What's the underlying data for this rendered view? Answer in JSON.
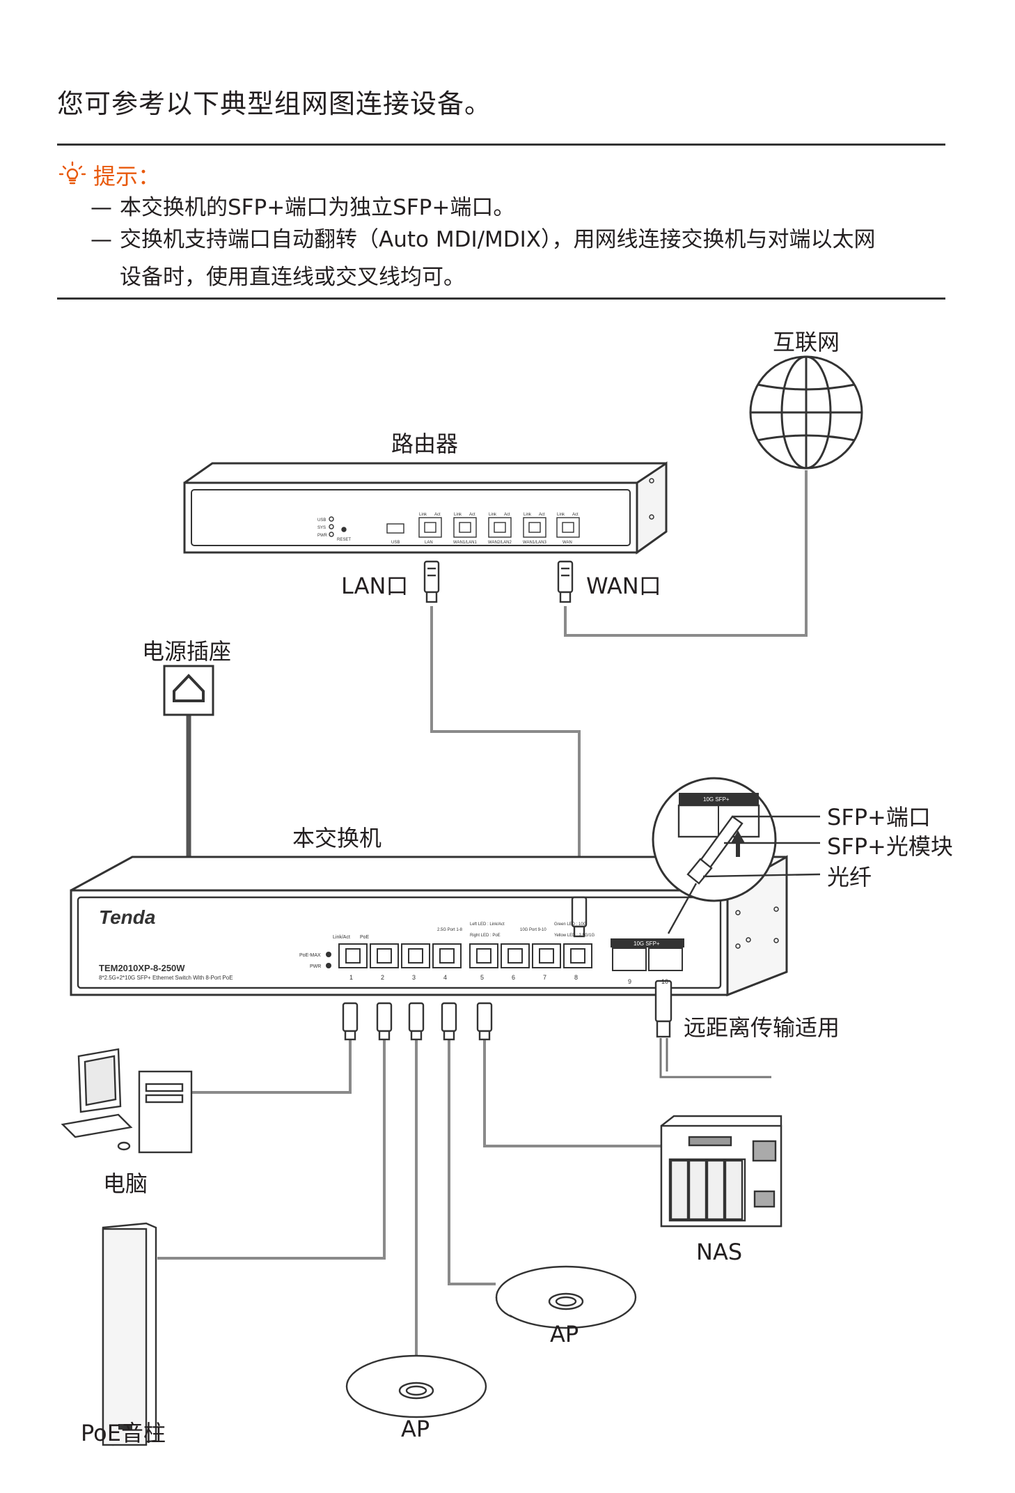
{
  "intro": "您可参考以下典型组网图连接设备。",
  "tip": {
    "title": "提示：",
    "items": [
      "本交换机的SFP+端口为独立SFP+端口。",
      "交换机支持端口自动翻转（Auto MDI/MDIX），用网线连接交换机与对端以太网"
    ],
    "continuation": "设备时，使用直连线或交叉线均可。",
    "accent_color": "#e8590c"
  },
  "labels": {
    "internet": "互联网",
    "router": "路由器",
    "lan_port": "LAN口",
    "wan_port": "WAN口",
    "power_outlet": "电源插座",
    "this_switch": "本交换机",
    "sfp_port": "SFP+端口",
    "sfp_module": "SFP+光模块",
    "fiber": "光纤",
    "long_distance": "远距离传输适用",
    "pc": "电脑",
    "nas": "NAS",
    "ap1": "AP",
    "ap2": "AP",
    "poe_speaker": "PoE音柱"
  },
  "switch_panel": {
    "brand": "Tenda",
    "model": "TEM2010XP-8-250W",
    "desc": "8*2.5G+2*10G SFP+ Ethernet Switch With 8-Port PoE",
    "led_poe_max": "PoE-MAX",
    "led_pwr": "PWR",
    "link_act": "Link/Act",
    "poe": "PoE",
    "legend_25g_title": "2.5G Port 1-8",
    "legend_25g_left": "Left LED : Link/Act",
    "legend_25g_right": "Right LED : PoE",
    "legend_10g_title": "10G Port 9-10",
    "legend_10g_green": "Green LED : 10G",
    "legend_10g_yellow": "Yellow LED : 2.5G/1G",
    "sfp_label": "10G SFP+",
    "zoom_sfp_label": "10G SFP+",
    "port_numbers": [
      "1",
      "2",
      "3",
      "4",
      "5",
      "6",
      "7",
      "8"
    ],
    "sfp_numbers": [
      "9",
      "10"
    ]
  },
  "router_panel": {
    "leds": [
      "USB",
      "SYS",
      "PWR"
    ],
    "reset": "RESET",
    "usb": "USB",
    "port_labels": [
      "LAN",
      "WAN1/LAN1",
      "WAN2/LAN2",
      "WAN1/LAN3",
      "WAN"
    ],
    "link": "Link",
    "act": "Act"
  }
}
